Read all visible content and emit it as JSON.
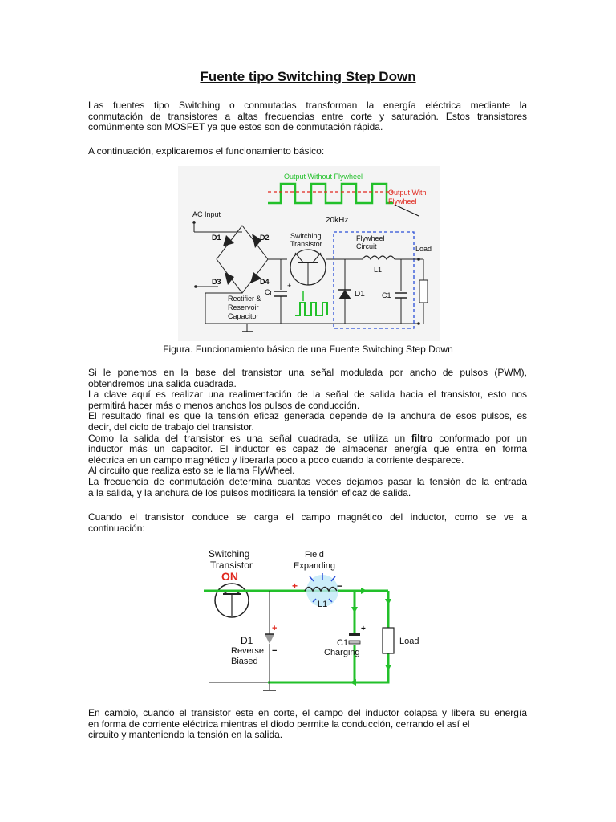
{
  "title": "Fuente tipo Switching Step Down",
  "intro": [
    "Las fuentes tipo Switching o conmutadas transforman la energía eléctrica mediante la",
    "conmutación de transistores a altas frecuencias entre corte y saturación. Estos transistores",
    "comúnmente son MOSFET ya que estos son de conmutación rápida."
  ],
  "lead": "A continuación, explicaremos el funcionamiento básico:",
  "figure1": {
    "output_without": "Output Without Flywheel",
    "output_with_1": "Output With",
    "output_with_2": "Flywheel",
    "freq": "20kHz",
    "ac_input": "AC Input",
    "d1": "D1",
    "d2": "D2",
    "d3": "D3",
    "d4": "D4",
    "switching_1": "Switching",
    "switching_2": "Transistor",
    "flywheel_1": "Flywheel",
    "flywheel_2": "Circuit",
    "l1": "L1",
    "load": "Load",
    "diode": "D1",
    "c1": "C1",
    "cr": "Cr",
    "rect_1": "Rectifier &",
    "rect_2": "Reservoir",
    "rect_3": "Capacitor"
  },
  "caption": "Figura. Funcionamiento básico de una Fuente Switching Step Down",
  "body": {
    "l1": "Si le ponemos en la base del transistor una señal modulada por ancho de pulsos (PWM),",
    "l2": "obtendremos una salida cuadrada.",
    "l3": "La clave aquí es realizar una realimentación de la señal de salida hacia el transistor, esto nos",
    "l4": "permitirá hacer más o menos anchos los pulsos de conducción.",
    "l5": "El resultado final es que la tensión eficaz generada depende de la anchura de esos pulsos, es",
    "l6": "decir, del ciclo de trabajo del transistor.",
    "l7a": "Como la salida del transistor es una señal cuadrada, se utiliza un ",
    "l7b": "filtro",
    "l7c": " conformado por un",
    "l8": "inductor más un capacitor. El inductor es capaz de almacenar energía que entra en forma",
    "l9": "eléctrica en un campo magnético y liberarla poco a poco cuando la corriente desparece.",
    "l10": "Al circuito que realiza esto se le llama FlyWheel.",
    "l11": "La frecuencia de conmutación determina cuantas veces dejamos pasar la tensión de la entrada",
    "l12": "a la salida, y la anchura de los pulsos modificara la tensión eficaz de salida."
  },
  "charge": [
    "Cuando el transistor conduce se carga el campo magnético del inductor, como se ve a",
    "continuación:"
  ],
  "figure2": {
    "switching_1": "Switching",
    "switching_2": "Transistor",
    "on": "ON",
    "field_1": "Field",
    "field_2": "Expanding",
    "plus": "+",
    "minus": "−",
    "l1": "L1",
    "d1": "D1",
    "reverse_1": "Reverse",
    "reverse_2": "Biased",
    "c1": "C1",
    "charging": "Charging",
    "load": "Load"
  },
  "closing": [
    "En cambio, cuando el transistor este en corte, el campo del inductor colapsa y libera su energía",
    "en forma de corriente eléctrica mientras el diodo permite la conducción, cerrando el así el",
    "circuito y manteniendo la tensión en la salida."
  ],
  "colors": {
    "green": "#22c02a",
    "red": "#e0281e",
    "blue": "#2a4fd8",
    "wire": "#222222"
  }
}
